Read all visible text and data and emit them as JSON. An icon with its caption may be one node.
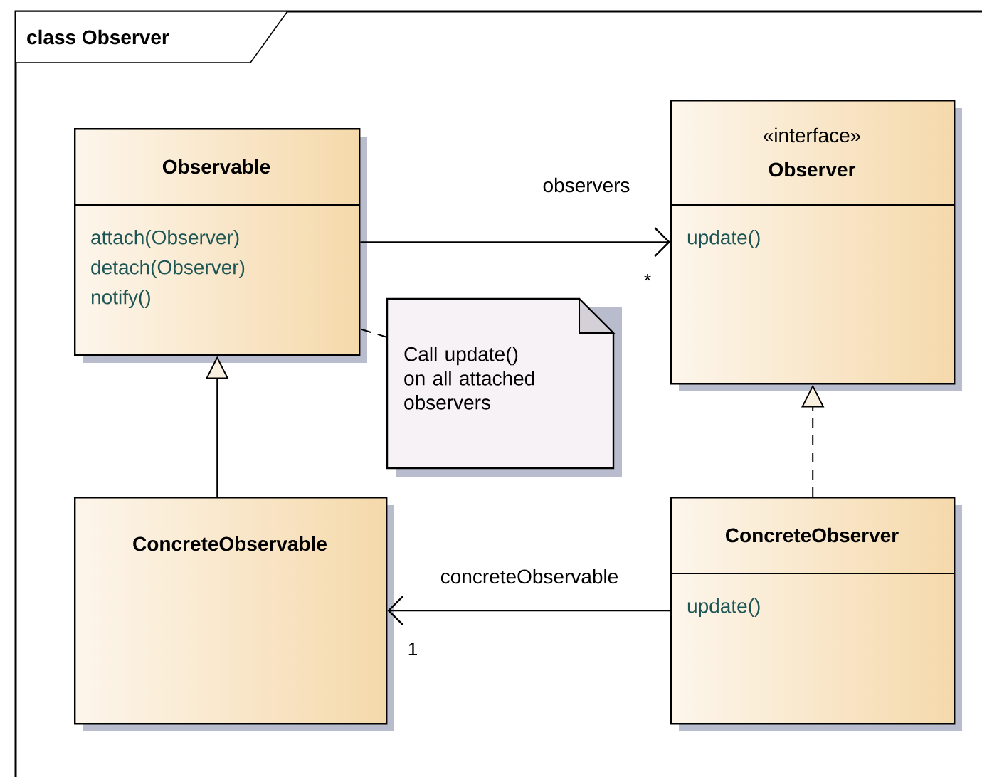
{
  "diagram": {
    "nodes": [
      {
        "text": [
          "class Observer"
        ]
      },
      {
        "text": [
          "Observable",
          "attach(Observer)",
          "detach(Observer)",
          "notify()"
        ],
        "in": 0
      },
      {
        "text": [
          "«interface»",
          "Observer",
          "update()"
        ],
        "in": 0
      },
      {
        "text": [
          "Call update() on all attached observers"
        ],
        "in": 0
      },
      {
        "text": [
          "ConcreteObservable"
        ],
        "in": 0
      },
      {
        "text": [
          "ConcreteObserver",
          "update()"
        ],
        "in": 0
      }
    ],
    "edges": [
      {
        "from": 1,
        "to": 2,
        "arrow": "to",
        "label": "observers"
      },
      {
        "from": 4,
        "to": 1,
        "arrow": "to"
      },
      {
        "from": 5,
        "to": 2,
        "arrow": "to",
        "style": "dashed"
      },
      {
        "from": 5,
        "to": 4,
        "arrow": "to",
        "label": "concreteObservable"
      },
      {
        "from": 3,
        "to": 1,
        "arrow": "none",
        "style": "dashed"
      }
    ],
    "labels": [
      "*",
      "1"
    ]
  }
}
